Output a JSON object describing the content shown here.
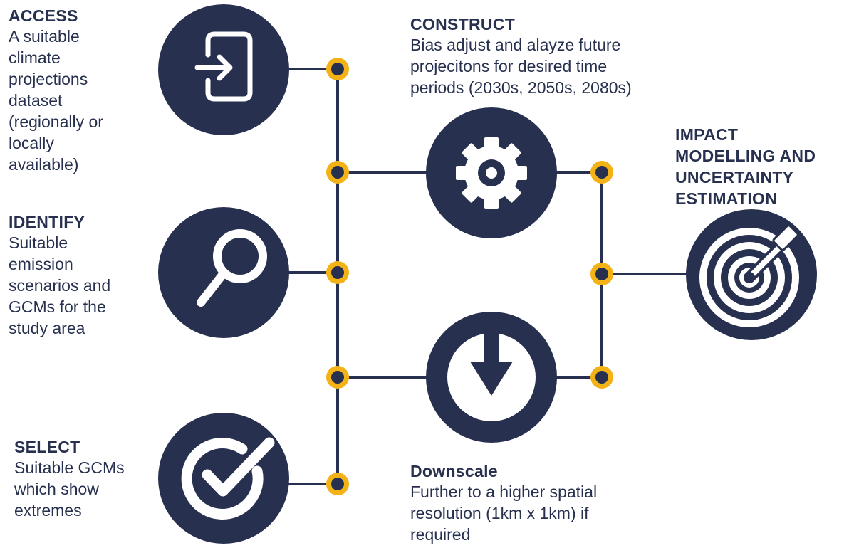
{
  "colors": {
    "navy": "#27304f",
    "accent": "#f3b316",
    "icon": "#ffffff"
  },
  "steps": {
    "access": {
      "title": "ACCESS",
      "lines": [
        "A suitable",
        "climate",
        "projections",
        "dataset",
        "(regionally or",
        "locally",
        "available)"
      ],
      "icon": "sign-in-icon"
    },
    "identify": {
      "title": "IDENTIFY",
      "lines": [
        "Suitable",
        "emission",
        "scenarios and",
        "GCMs for the",
        "study area"
      ],
      "icon": "magnifier-icon"
    },
    "select": {
      "title": "SELECT",
      "lines": [
        "Suitable GCMs",
        "which show",
        "extremes"
      ],
      "icon": "checkmark-icon"
    },
    "construct": {
      "title": "CONSTRUCT",
      "lines": [
        "Bias adjust and alayze future",
        "projecitons for desired time",
        "periods (2030s, 2050s, 2080s)"
      ],
      "icon": "gear-icon"
    },
    "downscale": {
      "title": "Downscale",
      "lines": [
        "Further to a higher spatial",
        "resolution (1km x 1km) if",
        "required"
      ],
      "icon": "download-arrow-icon"
    },
    "impact": {
      "title_lines": [
        "IMPACT",
        "MODELLING AND",
        "UNCERTAINTY",
        "ESTIMATION"
      ],
      "icon": "target-dart-icon"
    }
  }
}
